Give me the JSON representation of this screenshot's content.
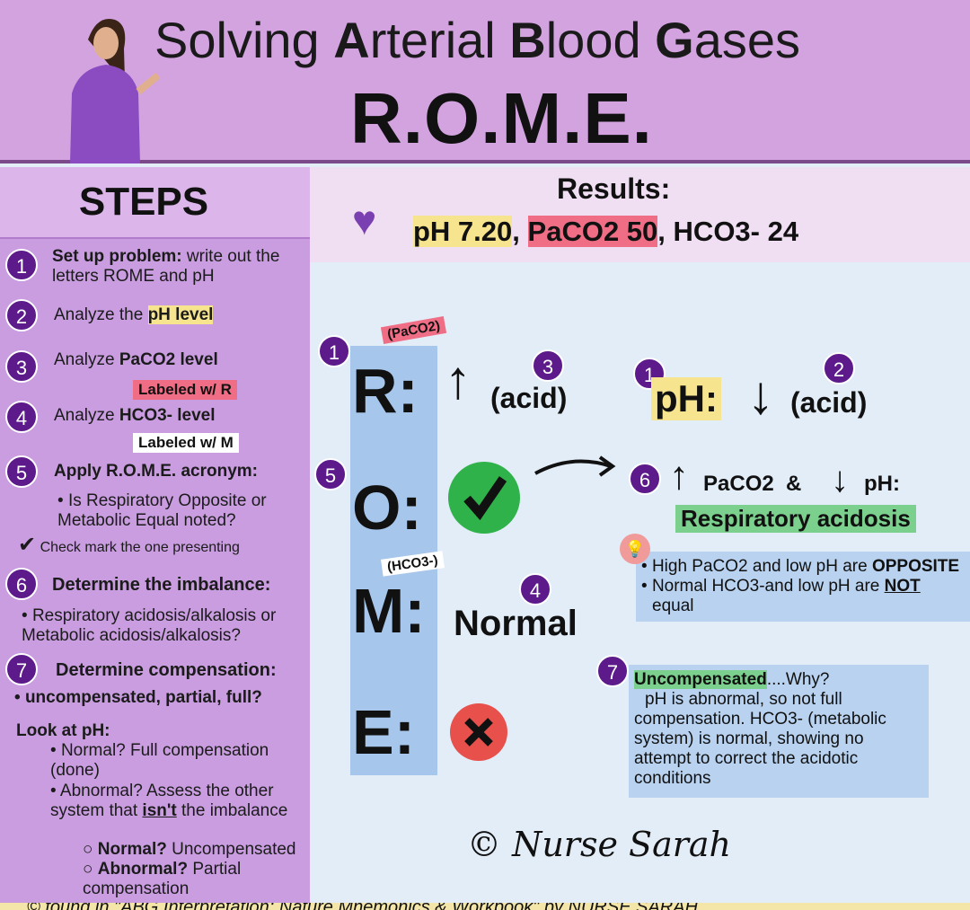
{
  "header": {
    "title_parts": [
      [
        "Solving ",
        ""
      ],
      [
        "A",
        "b"
      ],
      [
        "rterial ",
        ""
      ],
      [
        "B",
        "b"
      ],
      [
        "lood ",
        ""
      ],
      [
        "G",
        "b"
      ],
      [
        "ases",
        ""
      ]
    ],
    "title": "Solving Arterial Blood Gases",
    "subtitle": "R.O.M.E."
  },
  "steps": {
    "heading": "STEPS",
    "s1_bold": "Set up problem:",
    "s1_rest": " write out the letters ROME and pH",
    "s2_text": "Analyze the ",
    "s2_bold": "pH level",
    "s3_text": "Analyze ",
    "s3_bold": "PaCO2 level",
    "s3_tag": "Labeled w/ R",
    "s4_text": "Analyze ",
    "s4_bold": "HCO3- level",
    "s4_tag": "Labeled w/ M",
    "s5_bold": "Apply R.O.M.E. acronym:",
    "s5_bullet": "Is Respiratory Opposite or Metabolic Equal noted?",
    "s5_check": "Check mark the one presenting",
    "s6_bold": "Determine the imbalance:",
    "s6_bullet": "Respiratory acidosis/alkalosis or Metabolic acidosis/alkalosis?",
    "s7_bold": "Determine compensation:",
    "s7_sub": "uncompensated, partial, full?",
    "look": "Look at pH:",
    "normal": "Normal? Full compensation (done)",
    "abnormal_a": "Abnormal? Assess the other system that ",
    "abnormal_b": "isn't",
    "abnormal_c": " the imbalance",
    "sub_normal_b": "Normal?",
    "sub_normal": " Uncompensated",
    "sub_abn_b": "Abnormal?",
    "sub_abn": " Partial compensation"
  },
  "results": {
    "label": "Results:",
    "ph": "pH 7.20",
    "sep1": ",",
    "paco2": "PaCO2 50",
    "sep2": ",",
    "hco3": "HCO3- 24"
  },
  "diagram": {
    "paco2_tag": "(PaCO2)",
    "hco3_tag": "(HCO3-)",
    "R": "R:",
    "O": "O:",
    "M": "M:",
    "E": "E:",
    "acid": "(acid)",
    "ph_label": "pH:",
    "ph_acid": "(acid)",
    "normal": "Normal",
    "paco2_line": "PaCO2  &",
    "ph_line": "pH:",
    "resp_acidosis": "Respiratory acidosis",
    "tip1_a": "High PaCO2 and low pH are ",
    "tip1_b": "OPPOSITE",
    "tip2_a": "Normal HCO3-and low pH are ",
    "tip2_b": "NOT",
    "tip2_c": " equal",
    "uncomp": "Uncompensated",
    "why": "....Why?",
    "explain": "pH is abnormal, so not full compensation. HCO3- (metabolic system) is normal, showing no attempt to correct the acidotic conditions",
    "signature": "© Nurse Sarah"
  },
  "numbers": [
    "1",
    "2",
    "3",
    "4",
    "5",
    "6",
    "7"
  ],
  "footer": "© found in \"ABG Interpretation: Nature Mnemonics & Workbook\" by NURSE SARAH",
  "colors": {
    "purple": "#5c1a8a",
    "header": "#d3a3e0",
    "left_panel": "#c99de0",
    "blue_strip": "#a6c6ec",
    "green": "#2fb24a",
    "red": "#e8504c"
  }
}
